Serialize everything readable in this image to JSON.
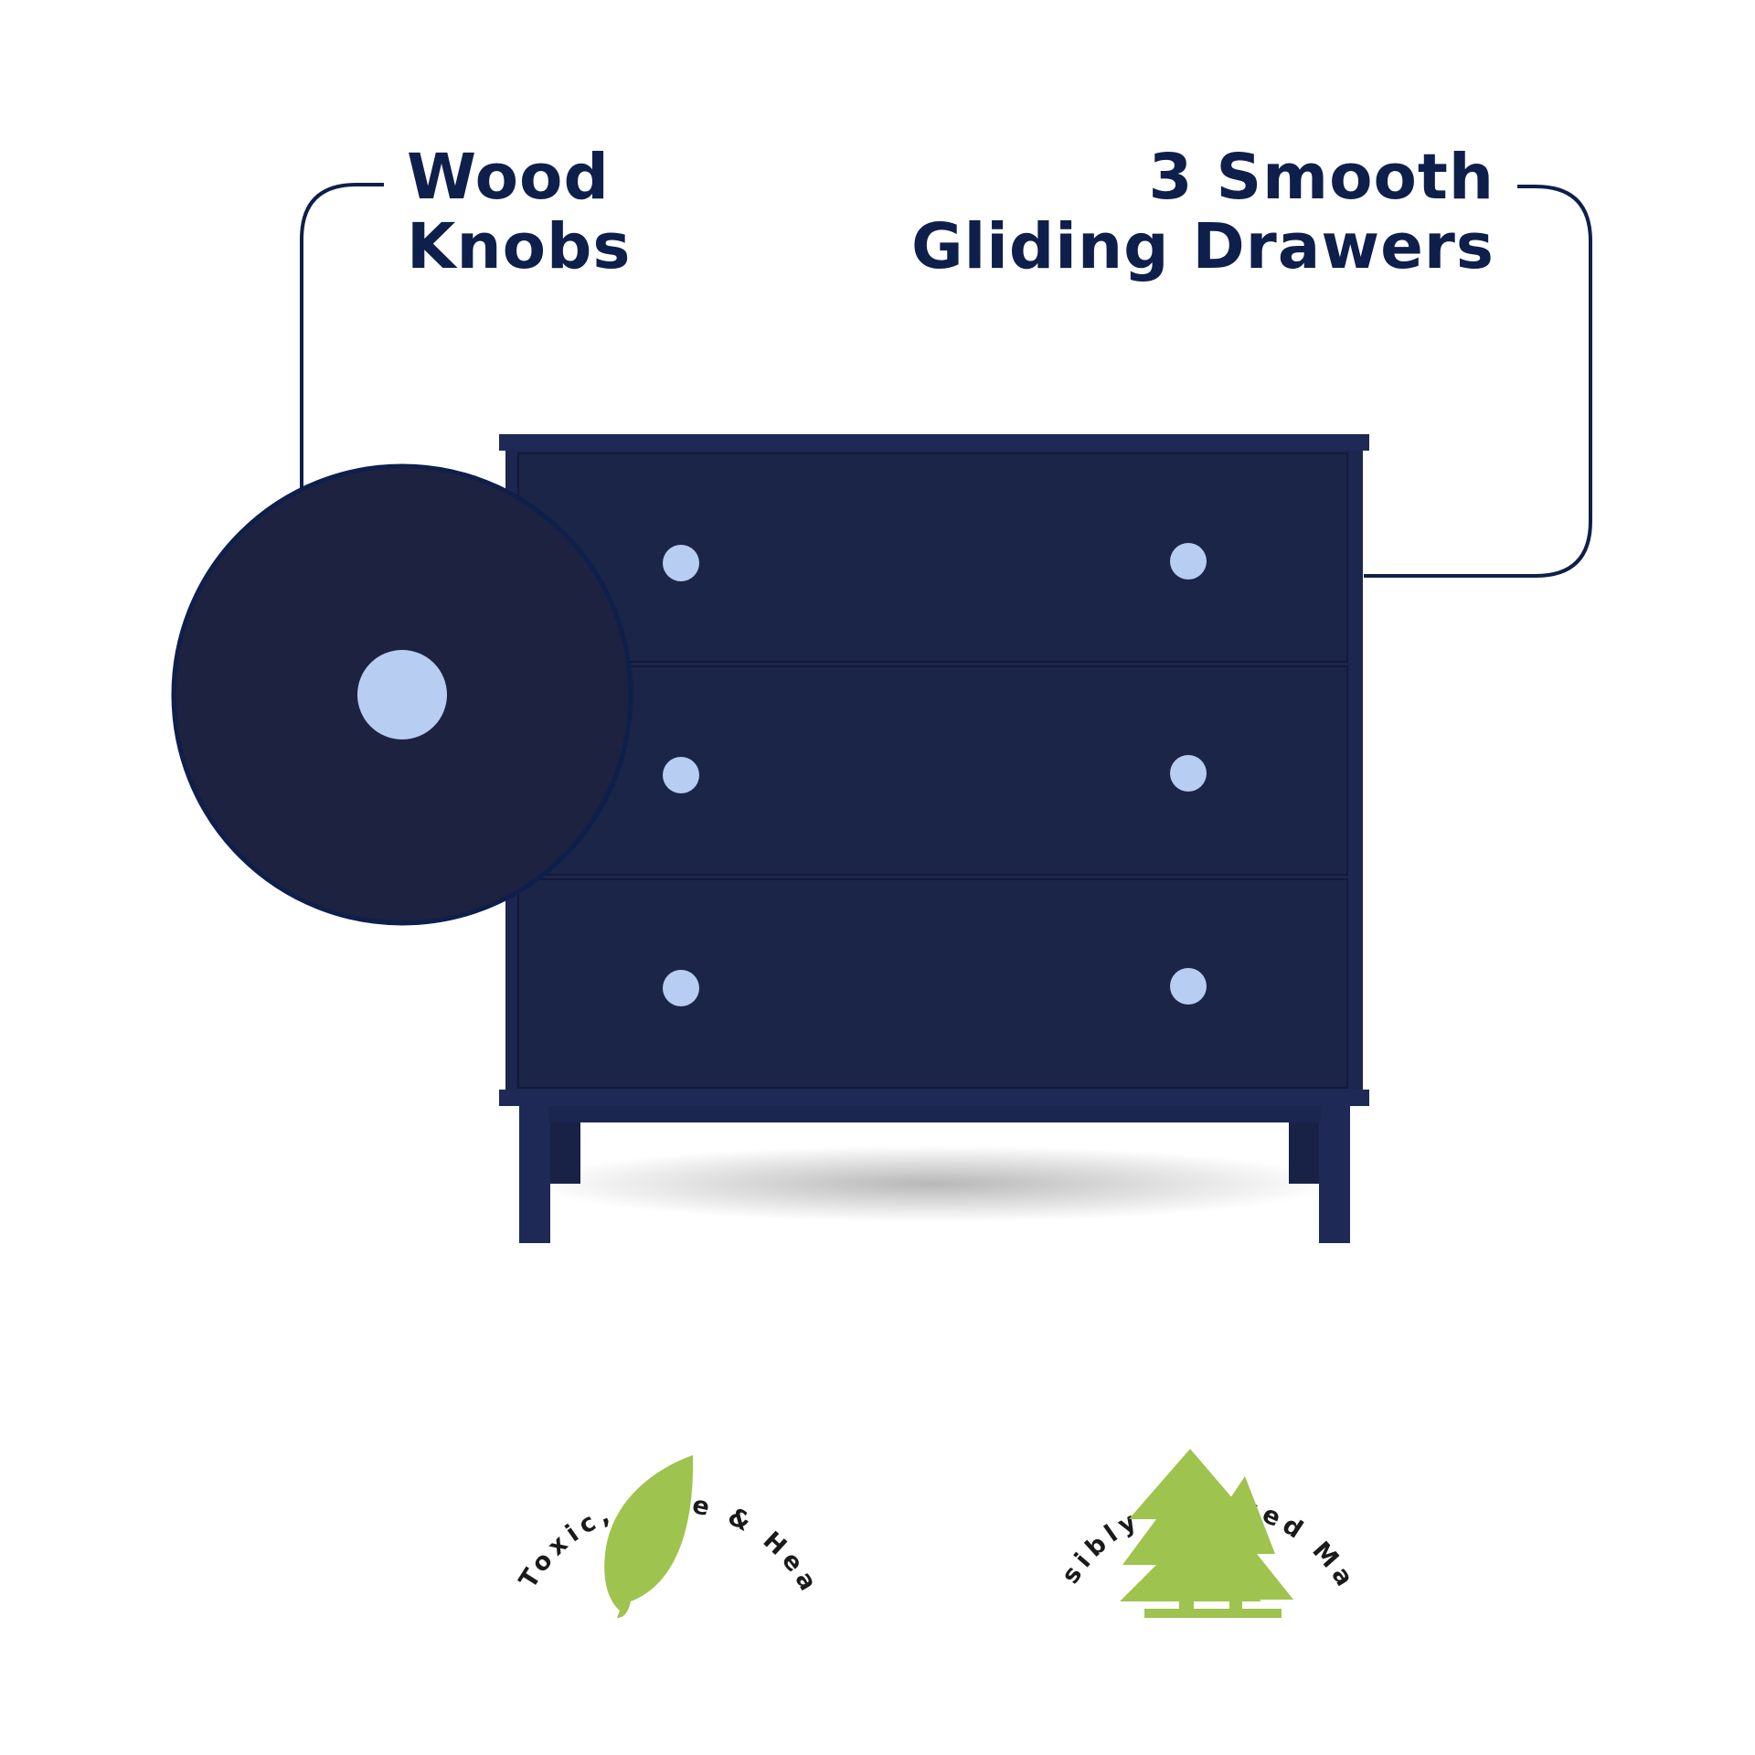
{
  "callouts": {
    "left": {
      "line1": "Wood",
      "line2": "Knobs"
    },
    "right": {
      "line1": "3 Smooth",
      "line2": "Gliding Drawers"
    }
  },
  "badges": {
    "left": {
      "text": "Non-Toxic, Safe & Healthy",
      "icon": "leaf-icon"
    },
    "right": {
      "text": "Responsibly Sourced Materials",
      "icon": "pine-trees-icon"
    }
  },
  "colors": {
    "navy_text": "#0f1f4b",
    "dresser_navy": "#1b2548",
    "knob_blue": "#b7cdf2",
    "badge_green": "#9ec34f"
  },
  "product": {
    "drawer_count": 3,
    "knobs_per_drawer": 2
  }
}
